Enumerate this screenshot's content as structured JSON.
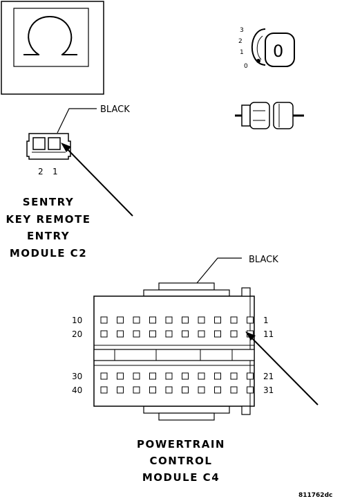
{
  "symbol_panel": {
    "icon": "headphone-omega-symbol"
  },
  "key_switch": {
    "positions": [
      "3",
      "2",
      "1",
      "0"
    ],
    "key_label": "0",
    "icon": "ignition-key-icon"
  },
  "connector_c2": {
    "color_label": "BLACK",
    "pin_numbers": [
      "2",
      "1"
    ],
    "title_lines": [
      "SENTRY",
      "KEY REMOTE",
      "ENTRY",
      "MODULE C2"
    ]
  },
  "connector_c4": {
    "color_label": "BLACK",
    "left_row_numbers": [
      "10",
      "20",
      "30",
      "40"
    ],
    "right_row_numbers": [
      "1",
      "11",
      "21",
      "31"
    ],
    "title_lines": [
      "POWERTRAIN",
      "CONTROL",
      "MODULE C4"
    ]
  },
  "reference_code": "811762dc"
}
